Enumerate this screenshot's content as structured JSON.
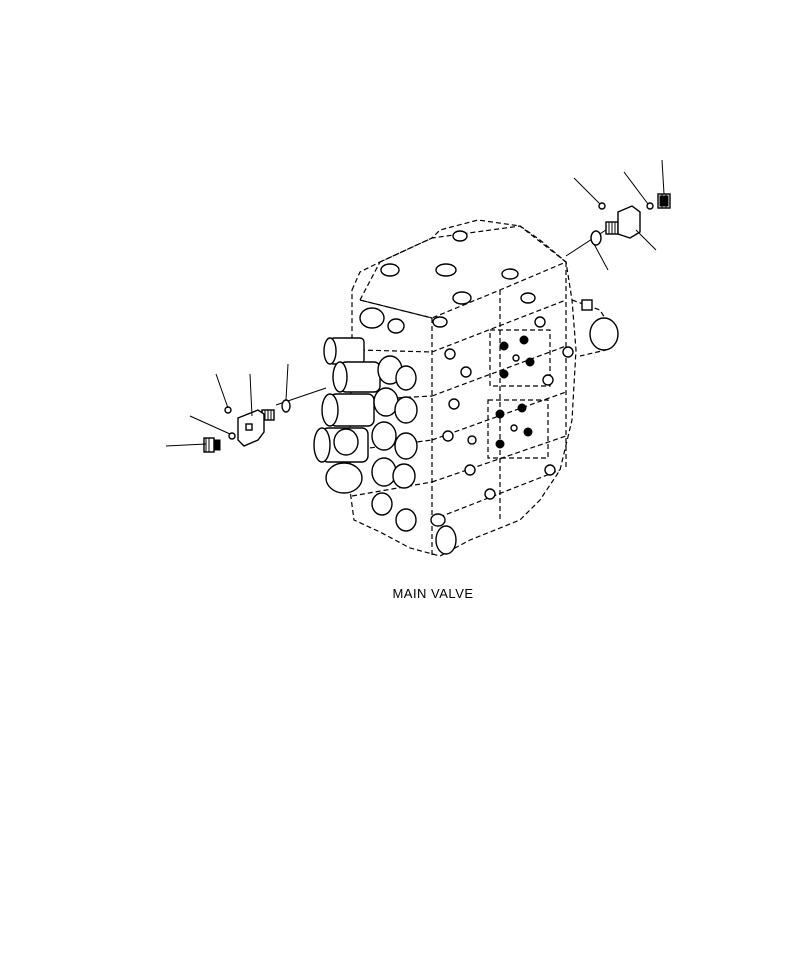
{
  "figure": {
    "caption": "MAIN VALVE"
  },
  "icons": {
    "main_valve": "main-valve-block",
    "solenoid_left": "solenoid-valve",
    "solenoid_right": "solenoid-valve"
  },
  "colors": {
    "line": "#000000",
    "background": "#ffffff"
  }
}
